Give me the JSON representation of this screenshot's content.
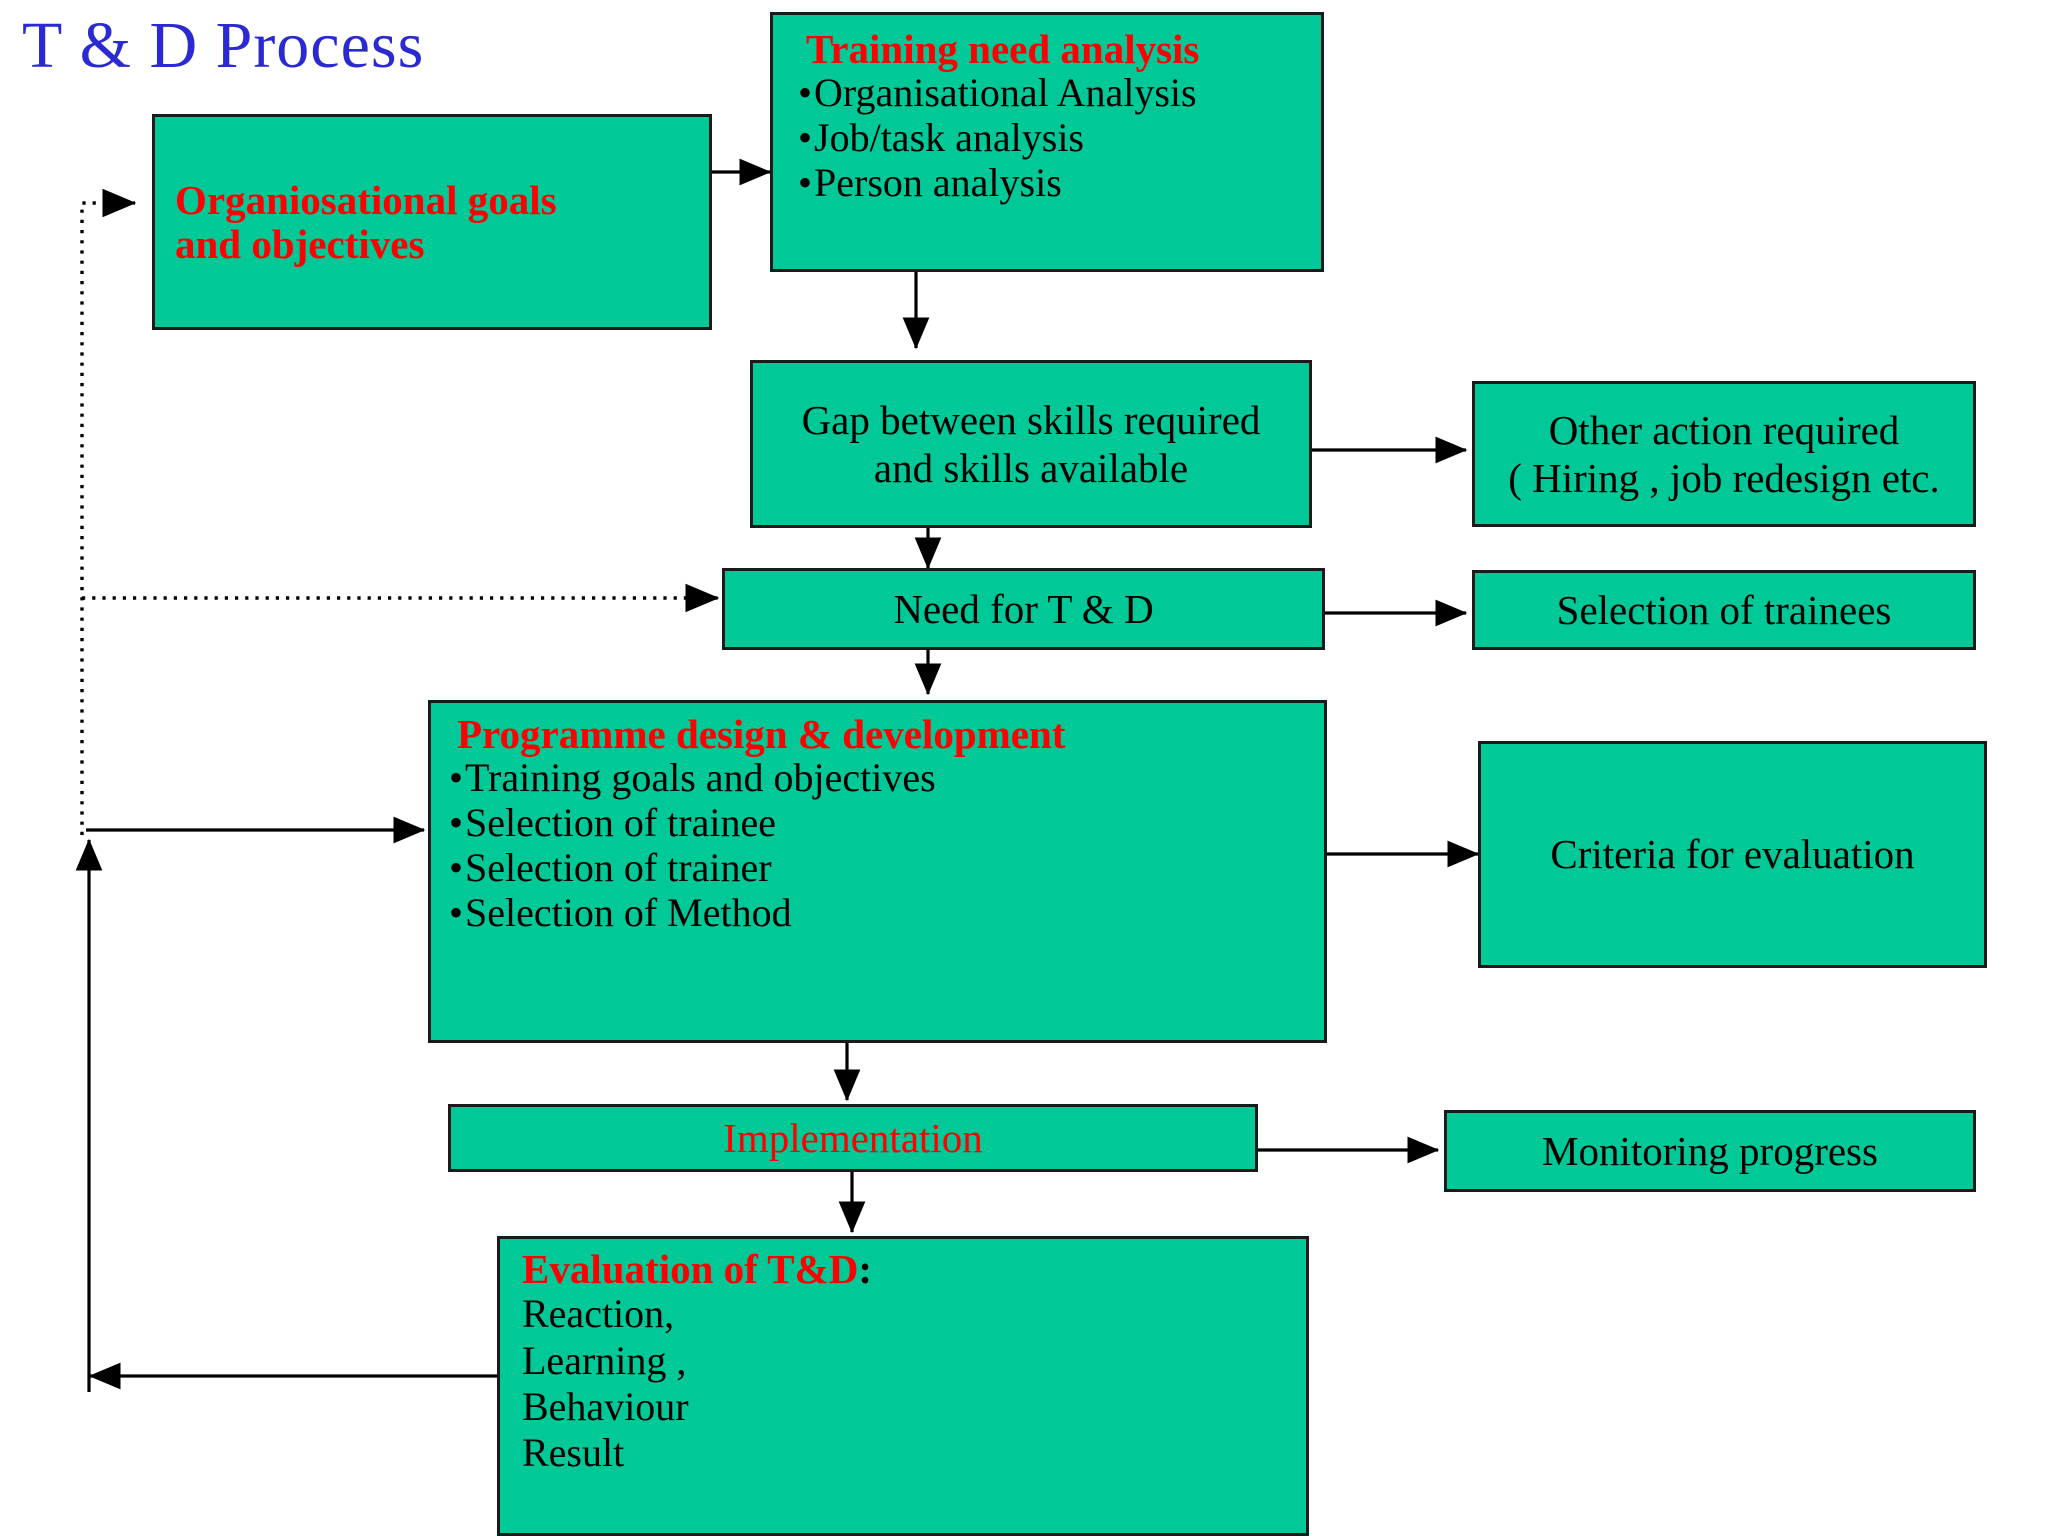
{
  "page": {
    "title": "T & D  Process",
    "title_color": "#2a2ad0",
    "box_fill": "#00c896",
    "box_border": "#1a1a1a",
    "heading_color": "#ff0000",
    "body_color": "#000000"
  },
  "nodes": {
    "org_goals": {
      "line1": "Organiosational goals",
      "line2": "and objectives"
    },
    "training_need": {
      "heading": "Training need analysis",
      "bullets": [
        "Organisational Analysis",
        "Job/task analysis",
        "Person analysis"
      ]
    },
    "gap": {
      "line1": "Gap between  skills required",
      "line2": "and skills available"
    },
    "other_action": {
      "line1": "Other action required",
      "line2": "( Hiring , job redesign  etc."
    },
    "need_td": {
      "label": "Need  for T & D"
    },
    "selection_trainees": {
      "label": "Selection of trainees"
    },
    "programme_design": {
      "heading": "Programme design  & development",
      "bullets": [
        "Training goals and objectives",
        "Selection of trainee",
        "Selection of trainer",
        "Selection of Method"
      ]
    },
    "criteria": {
      "label": "Criteria for evaluation"
    },
    "implementation": {
      "label": "Implementation"
    },
    "monitoring": {
      "label": "Monitoring progress"
    },
    "evaluation": {
      "heading": "Evaluation of T&D",
      "heading_suffix": ":",
      "items": [
        "Reaction,",
        "Learning ,",
        "Behaviour",
        "Result"
      ]
    }
  },
  "connectors": [
    {
      "name": "org-goals-to-training-need",
      "style": "solid"
    },
    {
      "name": "training-need-to-gap",
      "style": "solid"
    },
    {
      "name": "gap-to-other-action",
      "style": "solid"
    },
    {
      "name": "gap-to-need-td",
      "style": "solid"
    },
    {
      "name": "need-td-to-selection-trainees",
      "style": "solid"
    },
    {
      "name": "need-td-to-programme-design",
      "style": "solid"
    },
    {
      "name": "programme-design-to-criteria",
      "style": "solid"
    },
    {
      "name": "programme-design-to-implementation",
      "style": "solid"
    },
    {
      "name": "implementation-to-monitoring",
      "style": "solid"
    },
    {
      "name": "implementation-to-evaluation",
      "style": "solid"
    },
    {
      "name": "evaluation-feedback-to-programme-design",
      "style": "solid"
    },
    {
      "name": "feedback-to-org-goals",
      "style": "dotted"
    },
    {
      "name": "feedback-to-need-td",
      "style": "dotted"
    }
  ]
}
